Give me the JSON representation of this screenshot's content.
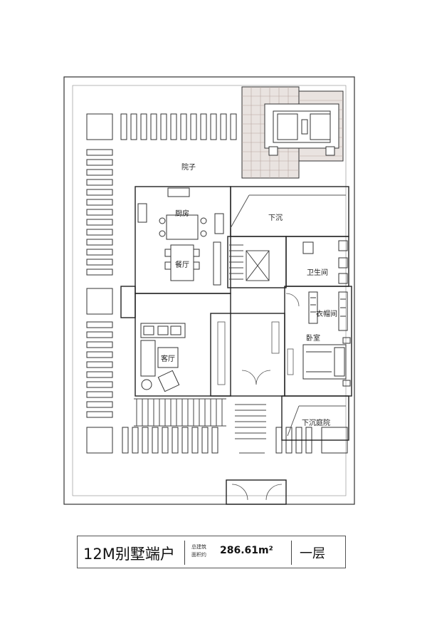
{
  "labels": {
    "courtyard": "院子",
    "kitchen": "厨房",
    "dining": "餐厅",
    "living": "客厅",
    "sunken": "下沉",
    "bathroom": "卫生间",
    "closet": "衣帽间",
    "bedroom": "卧室",
    "sunken_courtyard": "下沉庭院"
  },
  "caption": {
    "title": "12M别墅端户",
    "area_label_line1": "总建筑",
    "area_label_line2": "面积约",
    "area_value": "286.61m²",
    "level": "一层"
  }
}
